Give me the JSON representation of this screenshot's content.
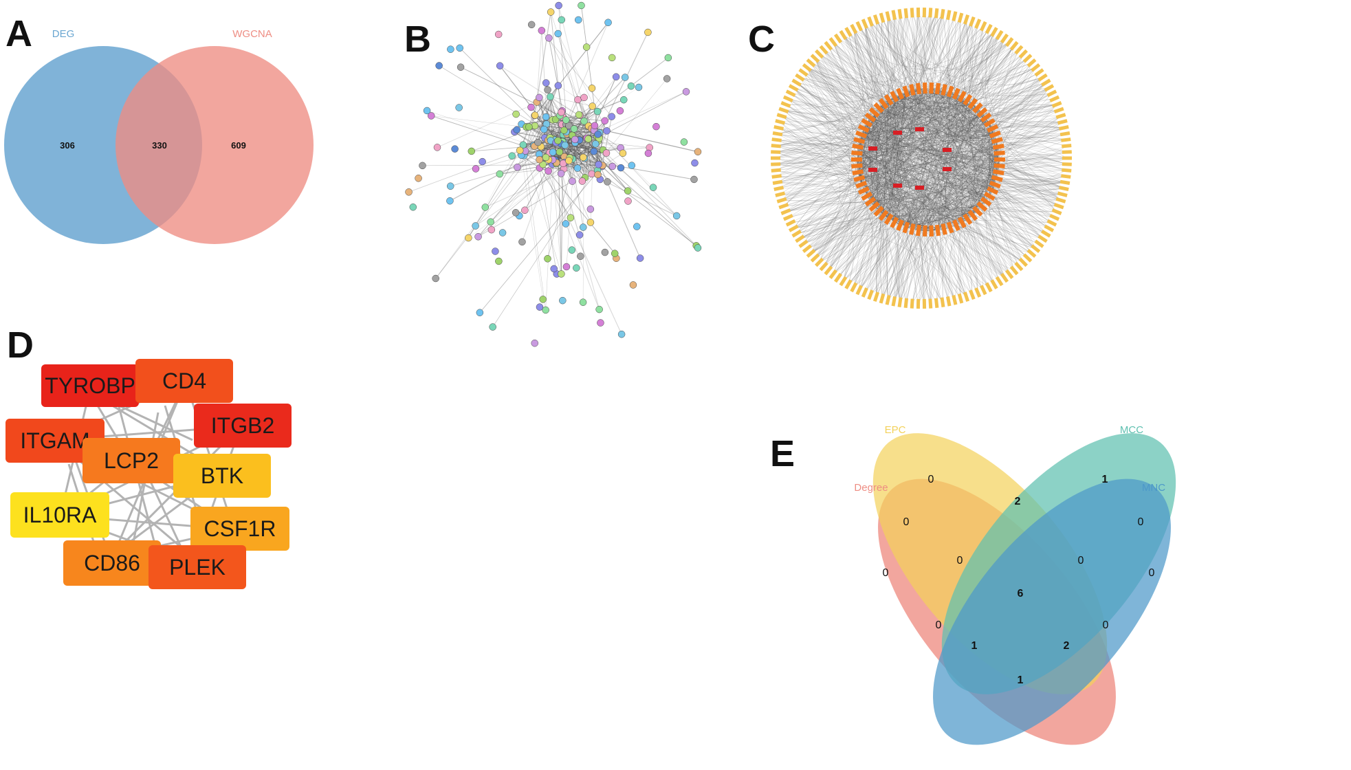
{
  "panels": {
    "A": {
      "letter": "A",
      "sets": [
        {
          "name": "DEG",
          "color": "#6aa6d1"
        },
        {
          "name": "WGCNA",
          "color": "#ee8d83"
        }
      ],
      "counts": {
        "deg_only": "306",
        "both": "330",
        "wgcna_only": "609"
      }
    },
    "B": {
      "letter": "B"
    },
    "C": {
      "letter": "C"
    },
    "D": {
      "letter": "D",
      "genes": [
        {
          "name": "TYROBP",
          "color": "#e8231a"
        },
        {
          "name": "CD4",
          "color": "#f2501c"
        },
        {
          "name": "ITGB2",
          "color": "#ea2a1c"
        },
        {
          "name": "ITGAM",
          "color": "#f1481c"
        },
        {
          "name": "LCP2",
          "color": "#f6791e"
        },
        {
          "name": "BTK",
          "color": "#fbbf1e"
        },
        {
          "name": "IL10RA",
          "color": "#fde11e"
        },
        {
          "name": "CSF1R",
          "color": "#f9a61f"
        },
        {
          "name": "CD86",
          "color": "#f7861d"
        },
        {
          "name": "PLEK",
          "color": "#f3561c"
        }
      ]
    },
    "E": {
      "letter": "E",
      "sets": [
        {
          "name": "Degree",
          "color": "#ee8d83"
        },
        {
          "name": "EPC",
          "color": "#f3d15a"
        },
        {
          "name": "MCC",
          "color": "#5fc0b0"
        },
        {
          "name": "MNC",
          "color": "#4d98c9"
        }
      ],
      "regions": {
        "epc_only": "0",
        "mcc_only": "1",
        "degree_only": "0",
        "mnc_only": "0",
        "epc_mcc": "2",
        "degree_epc": "0",
        "mcc_mnc": "0",
        "degree_epc_mcc": "0",
        "epc_mcc_mnc": "0",
        "all": "6",
        "degree_mcc": "0",
        "epc_mnc": "0",
        "degree_mcc_mnc": "1",
        "degree_epc_mnc": "2",
        "degree_mnc": "1"
      }
    }
  }
}
